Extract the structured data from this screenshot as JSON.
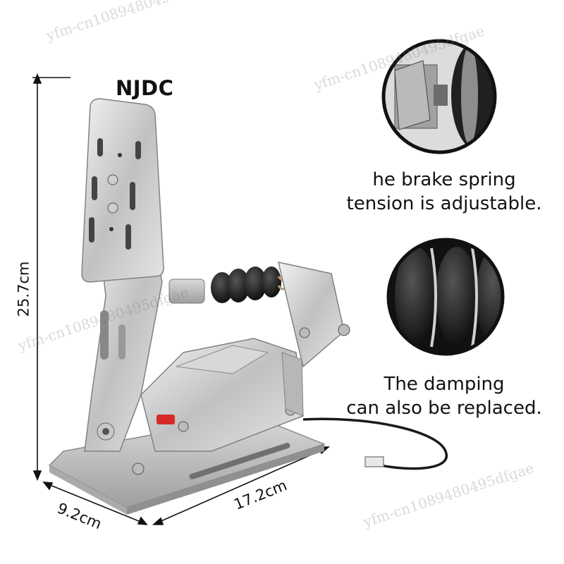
{
  "brand": "NJDC",
  "captions": {
    "spring_line1": "he brake spring",
    "spring_line2": "tension is adjustable.",
    "damping_line1": "The damping",
    "damping_line2": "can also be replaced."
  },
  "dimensions": {
    "height": "25.7cm",
    "depth": "9.2cm",
    "width": "17.2cm"
  },
  "watermark": "yfm-cn1089480495dfgae"
}
